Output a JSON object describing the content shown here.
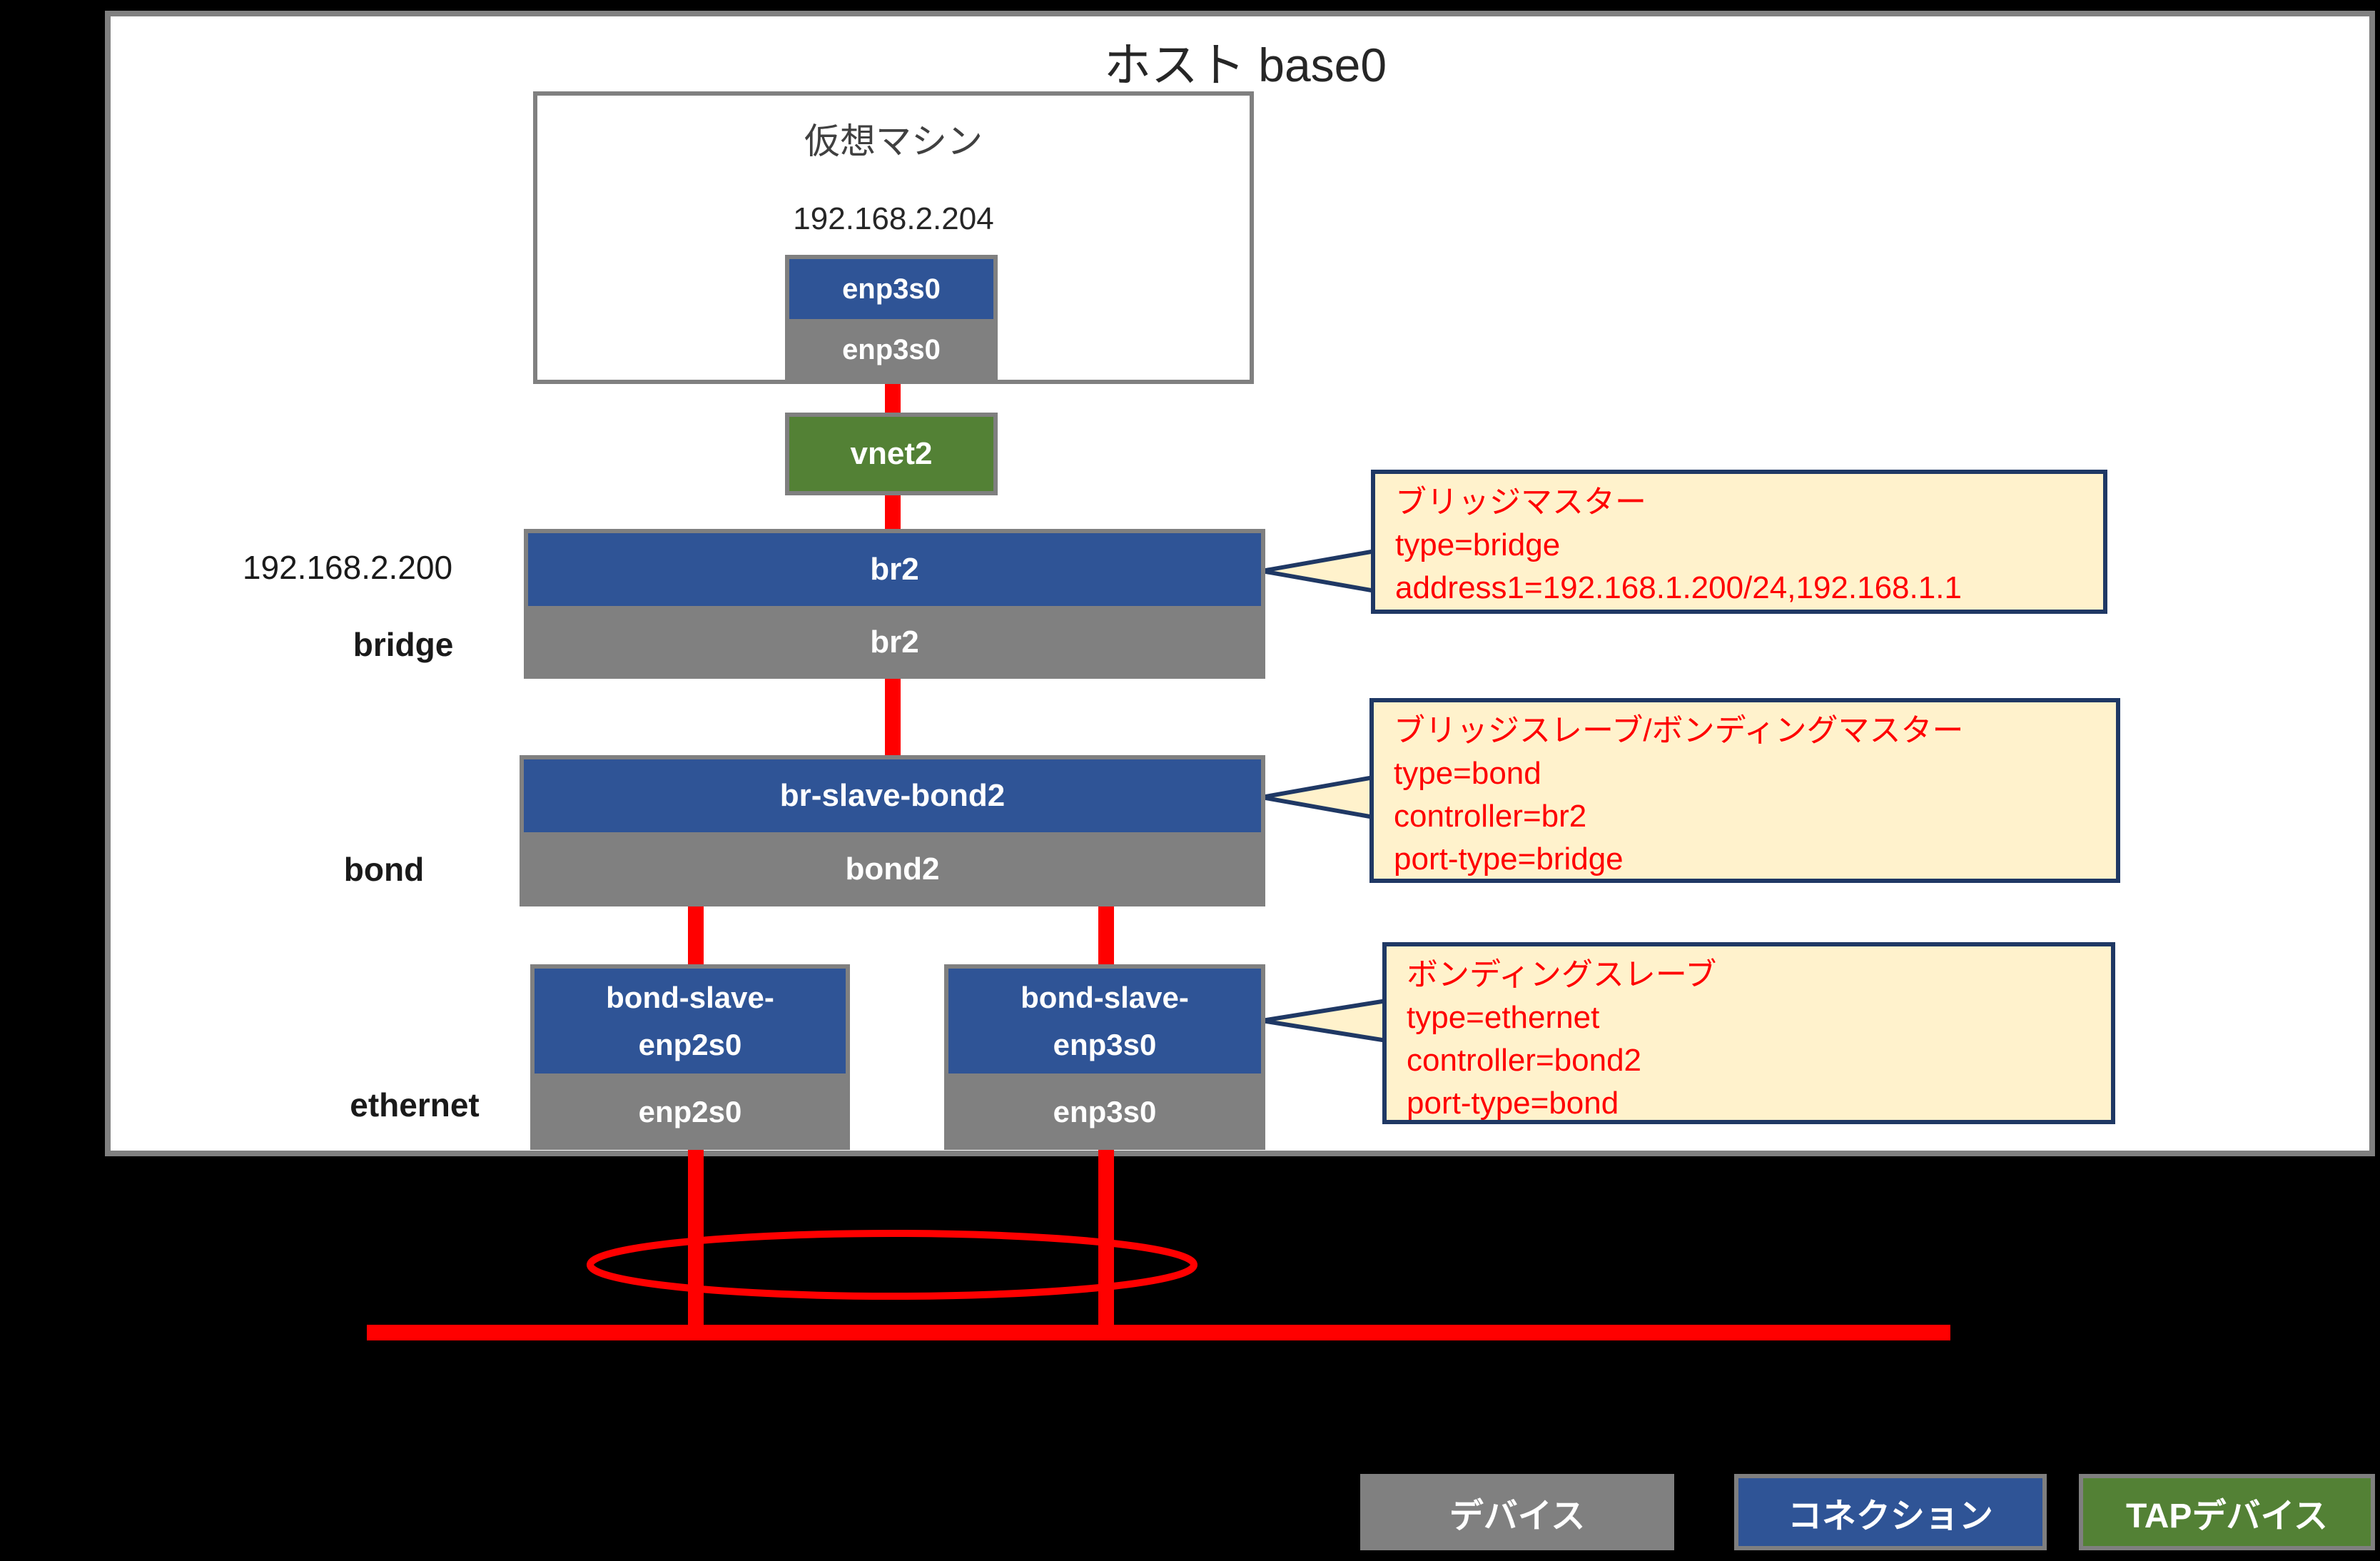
{
  "title": "ホスト base0",
  "vm": {
    "label": "仮想マシン",
    "ip": "192.168.2.204",
    "connection": "enp3s0",
    "device": "enp3s0"
  },
  "tap_device": {
    "label": "vnet2"
  },
  "rows": {
    "bridge": {
      "ip": "192.168.2.200",
      "layer": "bridge",
      "connection": "br2",
      "device": "br2"
    },
    "bond": {
      "layer": "bond",
      "connection": "br-slave-bond2",
      "device": "bond2"
    },
    "ethernet": {
      "layer": "ethernet",
      "left": {
        "connection_line1": "bond-slave-",
        "connection_line2": "enp2s0",
        "device": "enp2s0"
      },
      "right": {
        "connection_line1": "bond-slave-",
        "connection_line2": "enp3s0",
        "device": "enp3s0"
      }
    }
  },
  "callouts": {
    "bridge_master": {
      "lines": [
        "ブリッジマスター",
        "type=bridge",
        "address1=192.168.1.200/24,192.168.1.1"
      ]
    },
    "bridge_slave_bond_master": {
      "lines": [
        "ブリッジスレーブ/ボンディングマスター",
        "type=bond",
        "controller=br2",
        "port-type=bridge"
      ]
    },
    "bonding_slave": {
      "lines": [
        "ボンディングスレーブ",
        "type=ethernet",
        "controller=bond2",
        "port-type=bond"
      ]
    }
  },
  "legend": {
    "device": "デバイス",
    "connection": "コネクション",
    "tap": "TAPデバイス"
  },
  "colors": {
    "connection_blue": "#2F5496",
    "device_gray": "#808080",
    "tap_green": "#538135",
    "callout_bg": "#FFF2CC",
    "callout_border": "#1F3864",
    "callout_text": "#FF0000",
    "line_red": "#FF0000",
    "background": "#000000",
    "diagram_bg": "#FFFFFF"
  }
}
